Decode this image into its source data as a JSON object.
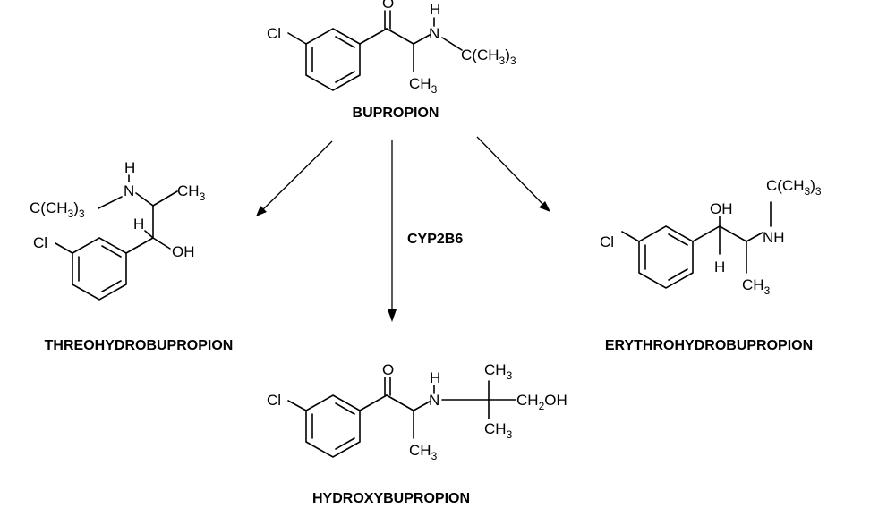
{
  "compounds": {
    "bupropion": {
      "name": "BUPROPION",
      "atoms": {
        "cl": "Cl",
        "o": "O",
        "h": "H",
        "n": "N",
        "ch3": "CH",
        "ch3_sub": "3",
        "tbu_prefix": "C(CH",
        "tbu_sub": "3",
        "tbu_close": ")",
        "tbu_close_sub": "3"
      }
    },
    "threohydrobupropion": {
      "name": "THREOHYDROBUPROPION",
      "atoms": {
        "cl": "Cl",
        "h": "H",
        "oh": "OH",
        "n_h": "H",
        "n": "N",
        "ch3": "CH",
        "ch3_sub": "3",
        "tbu_prefix": "C(CH",
        "tbu_sub": "3",
        "tbu_close": ")",
        "tbu_close_sub": "3"
      }
    },
    "erythrohydrobupropion": {
      "name": "ERYTHROHYDROBUPROPION",
      "atoms": {
        "cl": "Cl",
        "oh": "OH",
        "h": "H",
        "nh": "NH",
        "ch3": "CH",
        "ch3_sub": "3",
        "tbu_prefix": "C(CH",
        "tbu_sub": "3",
        "tbu_close": ")",
        "tbu_close_sub": "3"
      }
    },
    "hydroxybupropion": {
      "name": "HYDROXYBUPROPION",
      "atoms": {
        "cl": "Cl",
        "o": "O",
        "h": "H",
        "n": "N",
        "ch3": "CH",
        "ch3_sub": "3",
        "ch3_top": "CH",
        "ch3_top_sub": "3",
        "ch3_bot": "CH",
        "ch3_bot_sub": "3",
        "ch2oh_a": "CH",
        "ch2oh_sub": "2",
        "ch2oh_b": "OH"
      }
    }
  },
  "enzyme_label": "CYP2B6"
}
